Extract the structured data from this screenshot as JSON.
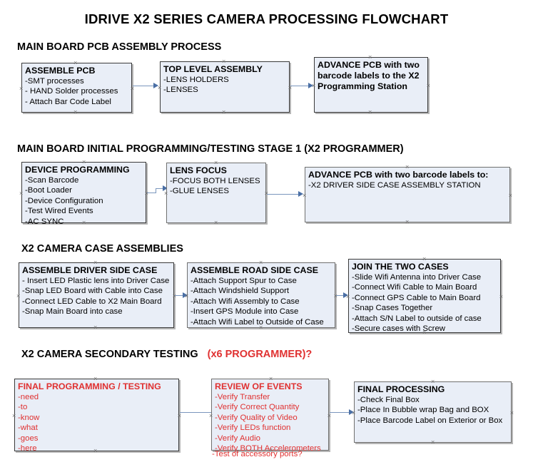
{
  "document": {
    "title": "IDRIVE X2  SERIES CAMERA PROCESSING FLOWCHART"
  },
  "sections": [
    {
      "id": "main-board-pcb-assembly",
      "heading": "MAIN BOARD PCB ASSEMBLY PROCESS",
      "heading_accent": "",
      "boxes": [
        {
          "id": "assemble-pcb",
          "title": "ASSEMBLE PCB",
          "lines": [
            "-SMT processes",
            "- HAND Solder processes",
            "- Attach Bar Code Label"
          ]
        },
        {
          "id": "top-level-assembly",
          "title": "TOP LEVEL ASSEMBLY",
          "lines": [
            "-LENS HOLDERS",
            "-LENSES"
          ]
        },
        {
          "id": "advance-pcb-x2-programming-station",
          "title": "ADVANCE PCB with two barcode labels to the  X2 Programming Station",
          "lines": []
        }
      ]
    },
    {
      "id": "main-board-initial-programming",
      "heading": "MAIN BOARD INITIAL PROGRAMMING/TESTING STAGE 1 (X2 PROGRAMMER)",
      "heading_accent": "",
      "boxes": [
        {
          "id": "device-programming",
          "title": "DEVICE PROGRAMMING",
          "lines": [
            "-Scan Barcode",
            "-Boot Loader",
            "-Device Configuration",
            "-Test Wired Events",
            "-AC SYNC"
          ]
        },
        {
          "id": "lens-focus",
          "title": "LENS FOCUS",
          "lines": [
            "-FOCUS BOTH LENSES",
            "-GLUE LENSES"
          ]
        },
        {
          "id": "advance-pcb-driver-side-case",
          "title": "ADVANCE PCB with two barcode labels to:",
          "lines": [
            "-X2 DRIVER  SIDE  CASE  ASSEMBLY STATION"
          ]
        }
      ]
    },
    {
      "id": "x2-camera-case-assemblies",
      "heading": "X2 CAMERA CASE ASSEMBLIES",
      "heading_accent": "",
      "boxes": [
        {
          "id": "assemble-driver-side-case",
          "title": "ASSEMBLE DRIVER SIDE CASE",
          "lines": [
            "- Insert LED Plastic lens into Driver Case",
            "-Snap LED Board with Cable into Case",
            "-Connect LED Cable to X2 Main Board",
            "-Snap Main Board into case"
          ]
        },
        {
          "id": "assemble-road-side-case",
          "title": "ASSEMBLE ROAD SIDE CASE",
          "lines": [
            "-Attach Support Spur to Case",
            "-Attach Windshield Support",
            "-Attach Wifi Assembly to Case",
            "-Insert GPS Module into Case",
            "-Attach Wifi Label to Outside of Case"
          ]
        },
        {
          "id": "join-the-two-cases",
          "title": "JOIN THE TWO CASES",
          "lines": [
            "-Slide Wifi Antenna into Driver Case",
            "-Connect Wifi Cable to Main Board",
            "-Connect GPS Cable to Main Board",
            "-Snap Cases Together",
            "-Attach S/N Label to outside of case",
            "-Secure cases with Screw"
          ]
        }
      ]
    },
    {
      "id": "x2-camera-secondary-testing",
      "heading": "X2 CAMERA SECONDARY TESTING",
      "heading_accent": "(x6 PROGRAMMER)?",
      "boxes": [
        {
          "id": "final-programming-testing",
          "title": "FINAL PROGRAMMING / TESTING",
          "lines": [
            "-need",
            "-to",
            "-know",
            "-what",
            "-goes",
            "-here"
          ]
        },
        {
          "id": "review-of-events",
          "title": "REVIEW OF EVENTS",
          "lines": [
            "-Verify Transfer",
            "-Verify Correct Quantity",
            "-Verify Quality of Video",
            "-Verify LEDs function",
            "-Verify Audio",
            "-Verify BOTH Accelerometers"
          ],
          "overflow_line": "-Test of accessory ports?"
        },
        {
          "id": "final-processing",
          "title": "FINAL PROCESSING",
          "lines": [
            " -Check Final Box",
            "-Place In Bubble wrap Bag and BOX",
            "-Place Barcode Label on Exterior or Box"
          ]
        }
      ]
    }
  ],
  "colors": {
    "box_fill": "#e9eef7",
    "box_border": "#3a3a3a",
    "connector": "#7a96bd",
    "accent_red": "#e03131",
    "text": "#000000"
  },
  "handle_glyph": "×"
}
